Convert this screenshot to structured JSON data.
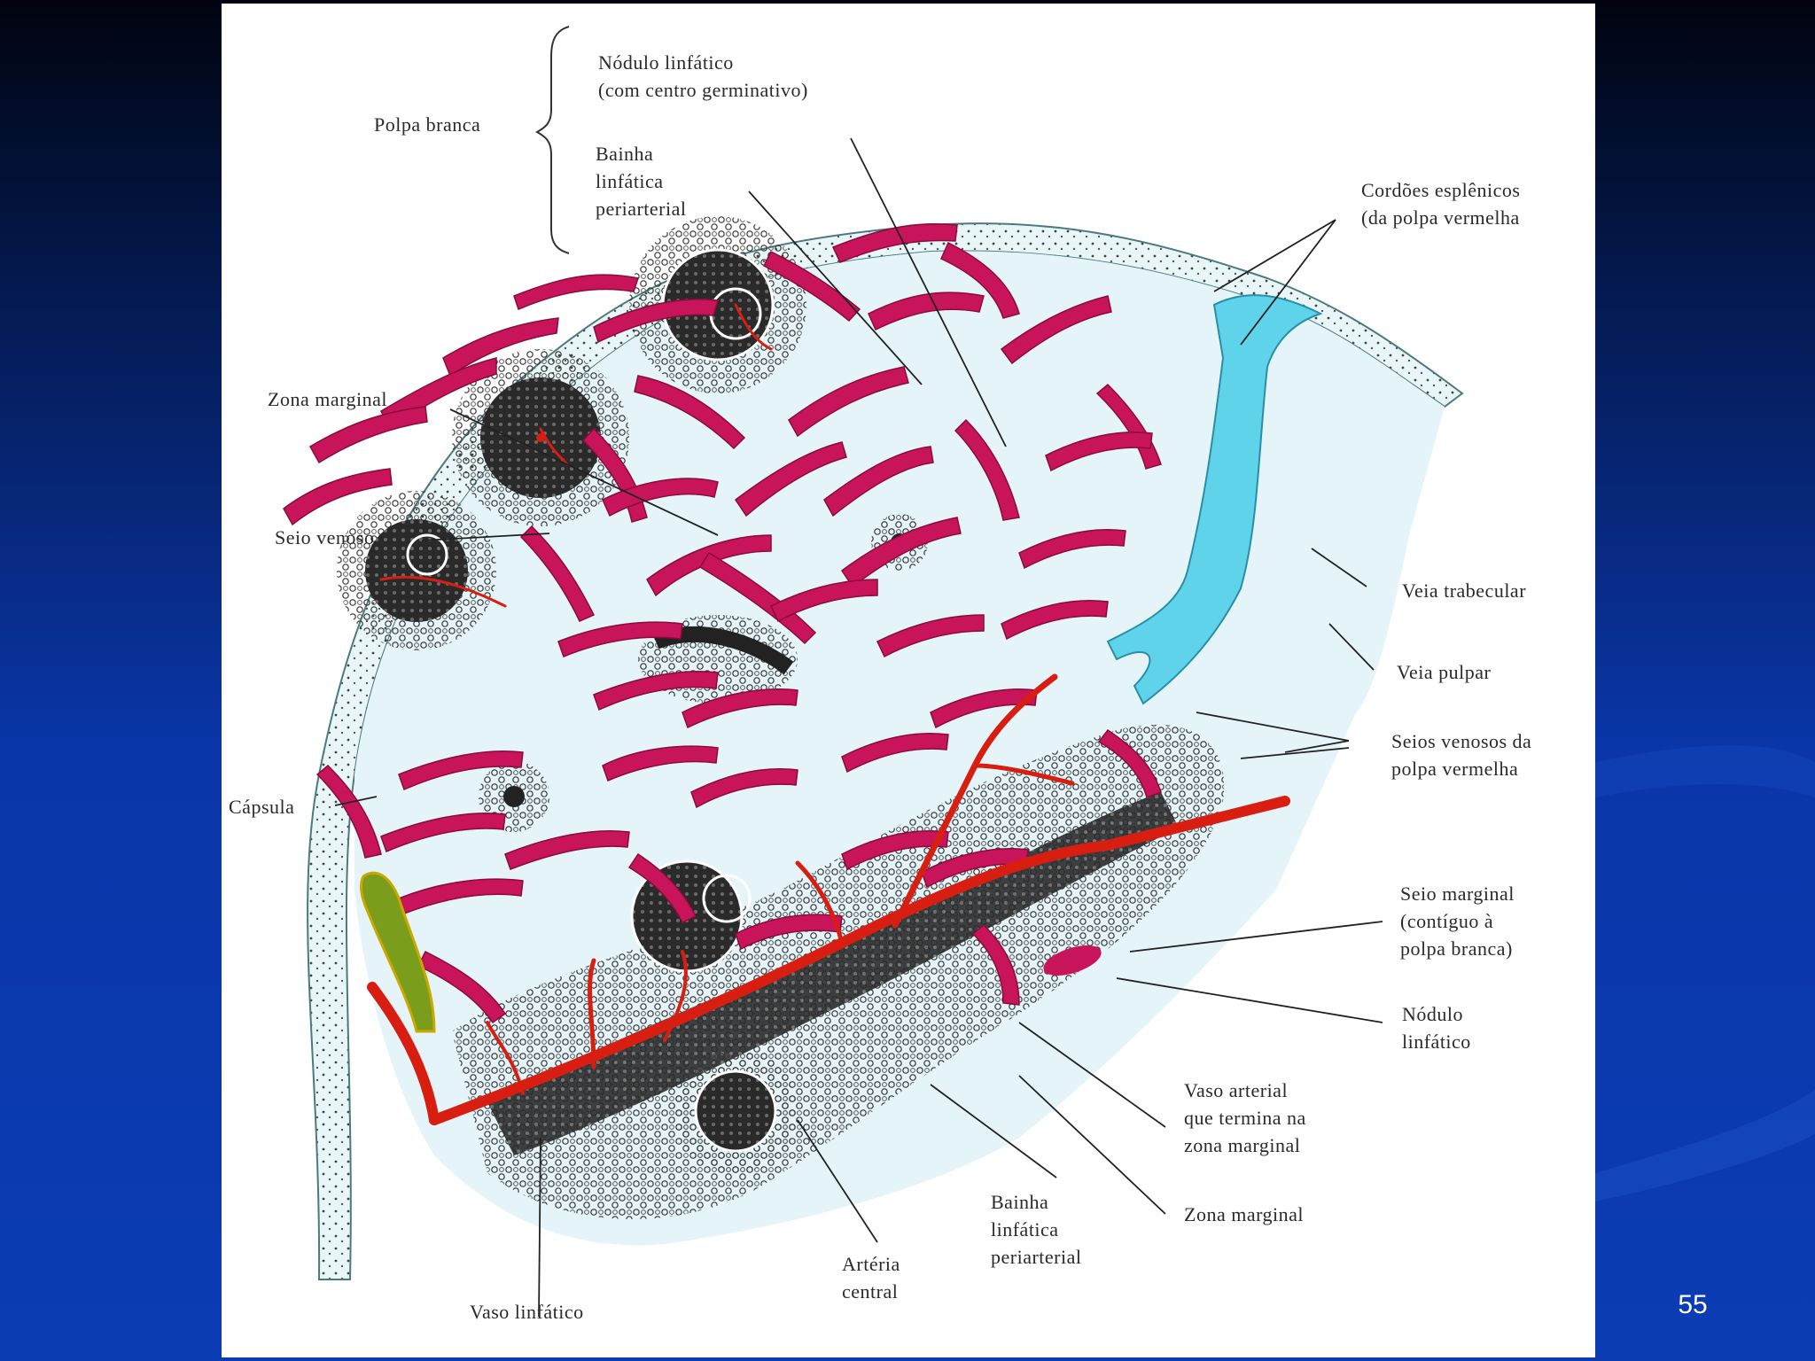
{
  "slide": {
    "number": "55"
  },
  "labels": {
    "polpa_branca": "Polpa branca",
    "nodulo_germinativo": [
      "Nódulo linfático",
      "(com centro germinativo)"
    ],
    "bainha_top": [
      "Bainha",
      "linfática",
      "periarterial"
    ],
    "cordoes": [
      "Cordões esplênicos",
      "(da polpa vermelha"
    ],
    "zona_marginal_left": "Zona marginal",
    "seio_venoso": "Seio venoso",
    "veia_trabecular": "Veia trabecular",
    "veia_pulpar": "Veia pulpar",
    "seios_venosos_polpa": [
      "Seios venosos da",
      "polpa vermelha"
    ],
    "capsula": "Cápsula",
    "seio_marginal": [
      "Seio marginal",
      "(contíguo à",
      "polpa branca)"
    ],
    "nodulo_linfatico": [
      "Nódulo",
      "linfático"
    ],
    "vaso_arterial": [
      "Vaso arterial",
      "que termina na",
      "zona marginal"
    ],
    "zona_marginal_bottom": "Zona marginal",
    "bainha_bottom": [
      "Bainha",
      "linfática",
      "periarterial"
    ],
    "arteria_central": [
      "Artéria",
      "central"
    ],
    "vaso_linfatico": "Vaso linfático"
  },
  "colors": {
    "red_pulp_cords": "#c8145a",
    "pulp_background": "#e4f4f8",
    "trabecular_vein": "#5fd3ea",
    "artery": "#d81e10",
    "lymphatic_vessel": "#7a9e1c",
    "slide_background": "#0a36a8"
  }
}
